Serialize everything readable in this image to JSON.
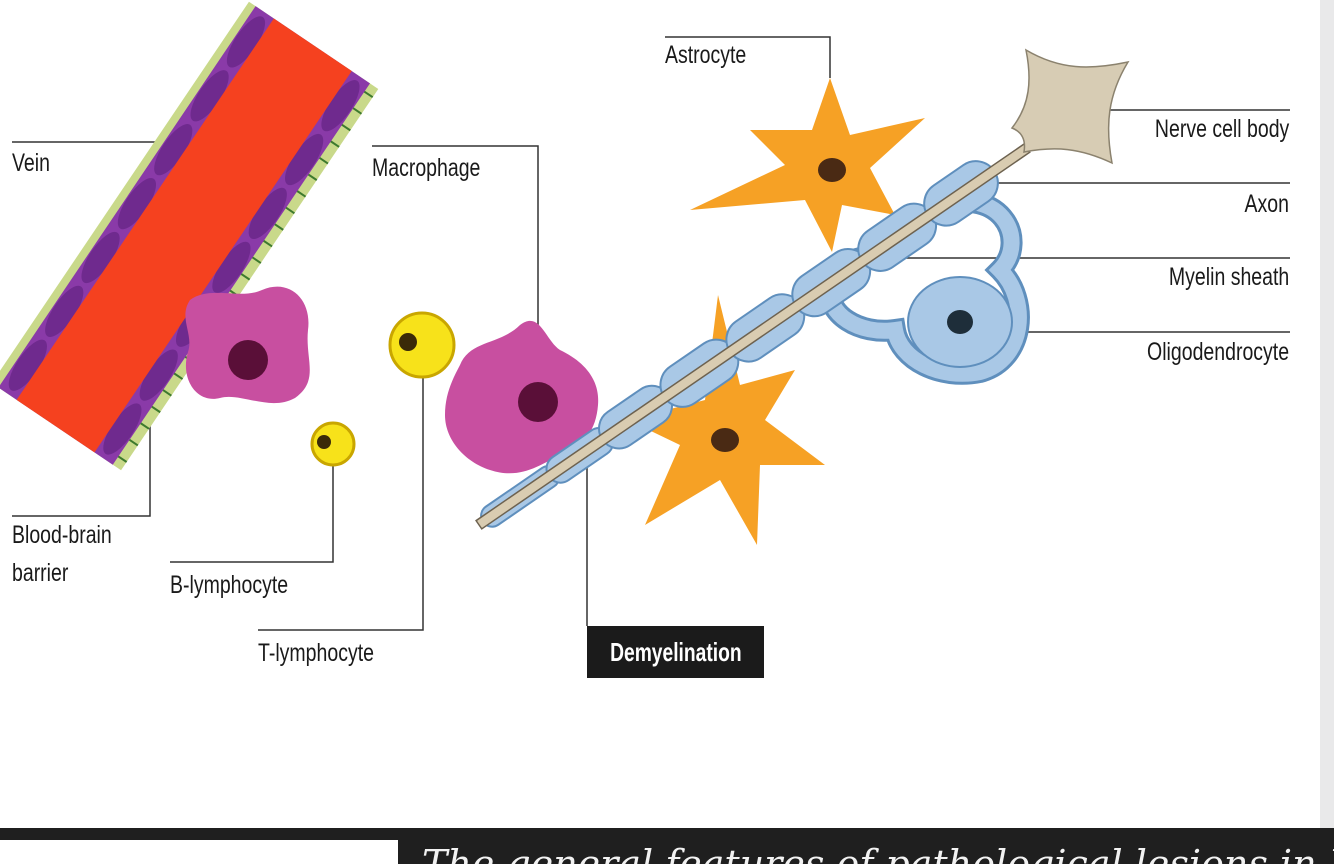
{
  "labels": {
    "vein": "Vein",
    "blood_brain_barrier_line1": "Blood-brain",
    "blood_brain_barrier_line2": "barrier",
    "b_lymphocyte": "B-lymphocyte",
    "t_lymphocyte": "T-lymphocyte",
    "macrophage": "Macrophage",
    "astrocyte": "Astrocyte",
    "nerve_cell_body": "Nerve cell body",
    "axon": "Axon",
    "myelin_sheath": "Myelin sheath",
    "oligodendrocyte": "Oligodendrocyte",
    "demyelination": "Demyelination"
  },
  "caption": "The general features of pathological lesions in M",
  "colors": {
    "vein_fill": "#f5411f",
    "vein_wall": "#8a3aa8",
    "barrier_fringe": "#c9d98a",
    "macrophage": "#c84fa0",
    "macrophage_nucleus": "#5a0f38",
    "lymphocyte": "#f7e21a",
    "lymphocyte_outline": "#c9a600",
    "astrocyte": "#f6a125",
    "nucleus_dark": "#4a2a14",
    "myelin": "#a9c8e6",
    "myelin_outline": "#5f8fbd",
    "axon": "#d9ccb1",
    "nerve_cell_body": "#d7ccb4",
    "demyelination_box": "#1b1b1b"
  }
}
